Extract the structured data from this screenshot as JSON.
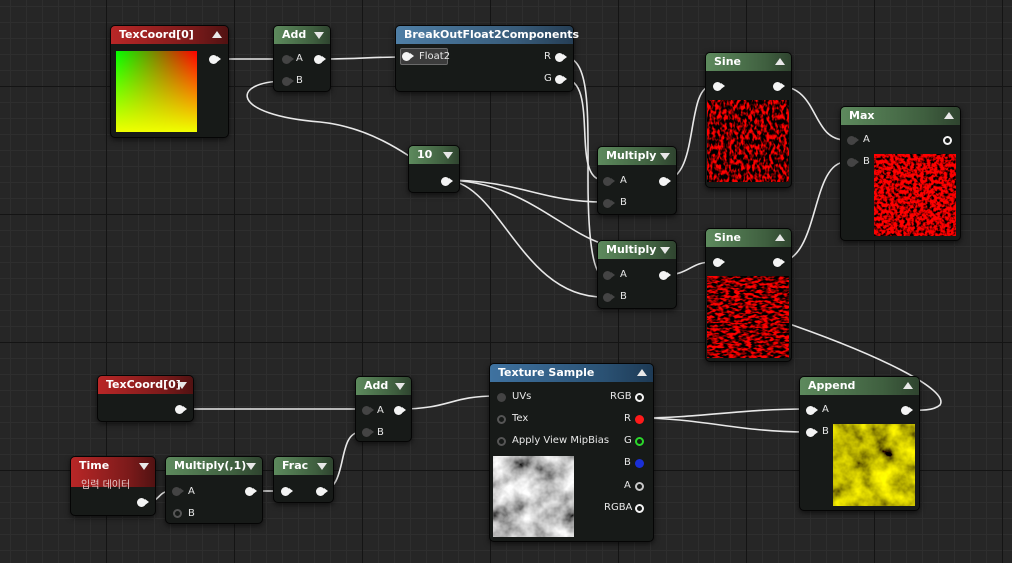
{
  "nodes": {
    "texcoord_top": {
      "title": "TexCoord[0]"
    },
    "add_top": {
      "title": "Add",
      "pins": {
        "a": "A",
        "b": "B"
      }
    },
    "breakout": {
      "title": "BreakOutFloat2Components",
      "pins": {
        "float2": "Float2",
        "r": "R",
        "g": "G"
      }
    },
    "const10": {
      "title": "10"
    },
    "multiply_1": {
      "title": "Multiply",
      "pins": {
        "a": "A",
        "b": "B"
      }
    },
    "multiply_2": {
      "title": "Multiply",
      "pins": {
        "a": "A",
        "b": "B"
      }
    },
    "sine_1": {
      "title": "Sine"
    },
    "sine_2": {
      "title": "Sine"
    },
    "max": {
      "title": "Max",
      "pins": {
        "a": "A",
        "b": "B"
      }
    },
    "texcoord_bottom": {
      "title": "TexCoord[0]"
    },
    "time": {
      "title": "Time",
      "subtitle": "입력 데이터"
    },
    "multiply_time": {
      "title": "Multiply(,1)",
      "pins": {
        "a": "A",
        "b": "B"
      }
    },
    "frac": {
      "title": "Frac"
    },
    "add_bottom": {
      "title": "Add",
      "pins": {
        "a": "A",
        "b": "B"
      }
    },
    "texture_sample": {
      "title": "Texture Sample",
      "pins": {
        "uvs": "UVs",
        "tex": "Tex",
        "mipbias": "Apply View MipBias",
        "rgb": "RGB",
        "r": "R",
        "g": "G",
        "b": "B",
        "a": "A",
        "rgba": "RGBA"
      }
    },
    "append": {
      "title": "Append",
      "pins": {
        "a": "A",
        "b": "B"
      }
    }
  },
  "colors": {
    "wire": "#e8e8e8",
    "header_green": "#4e7a4e",
    "header_red": "#9e2020",
    "header_blue": "#2f6187",
    "pin_r": "#ff1a1a",
    "pin_g": "#2bd82b",
    "pin_b": "#1a2fd6",
    "noise_red": "#ff0000",
    "noise_yellow": "#e6e000"
  },
  "icons": [
    "collapse-arrow-icon",
    "expand-arrow-icon",
    "pin-connector-icon"
  ]
}
